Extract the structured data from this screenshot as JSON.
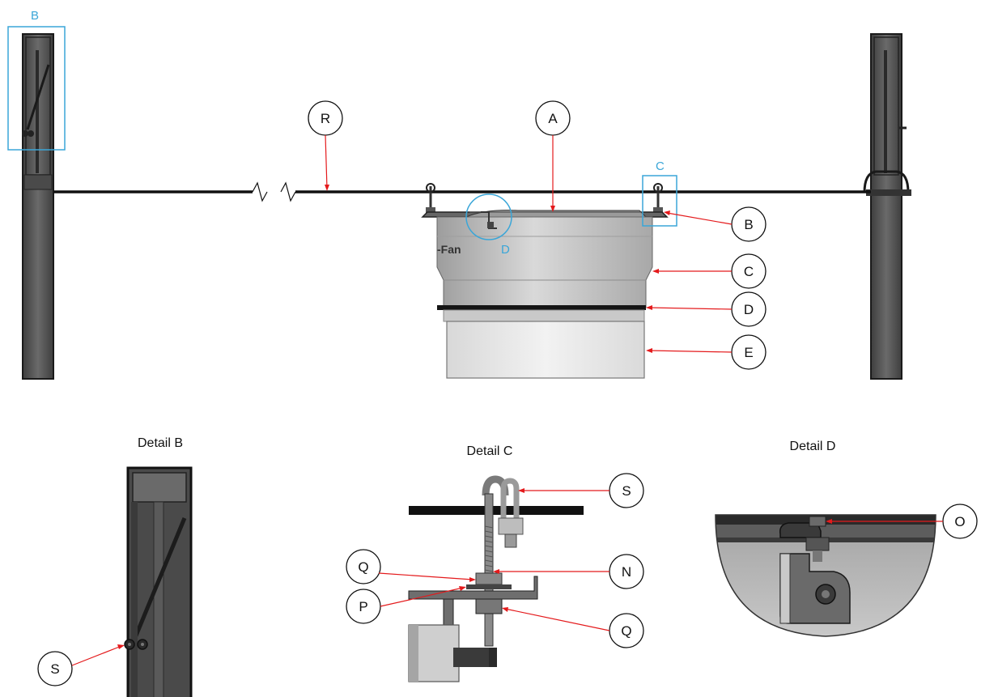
{
  "main_view": {
    "callouts": {
      "R": "R",
      "A": "A",
      "B": "B",
      "C": "C",
      "D": "D",
      "E": "E"
    },
    "markers": {
      "B": "B",
      "C": "C",
      "D": "D"
    },
    "brand_fragment": "-Fan"
  },
  "details": {
    "b": {
      "title": "Detail B",
      "callouts": {
        "S": "S"
      }
    },
    "c": {
      "title": "Detail C",
      "callouts": {
        "S": "S",
        "Q_top": "Q",
        "P": "P",
        "N": "N",
        "Q_bottom": "Q"
      }
    },
    "d": {
      "title": "Detail D",
      "callouts": {
        "O": "O"
      }
    }
  },
  "colors": {
    "leader": "#e41a1c",
    "marker": "#3aa6d8",
    "line": "#111111",
    "post": "#5a5a5a",
    "metal_light": "#d6d6d6",
    "metal_mid": "#a9a9a9"
  }
}
